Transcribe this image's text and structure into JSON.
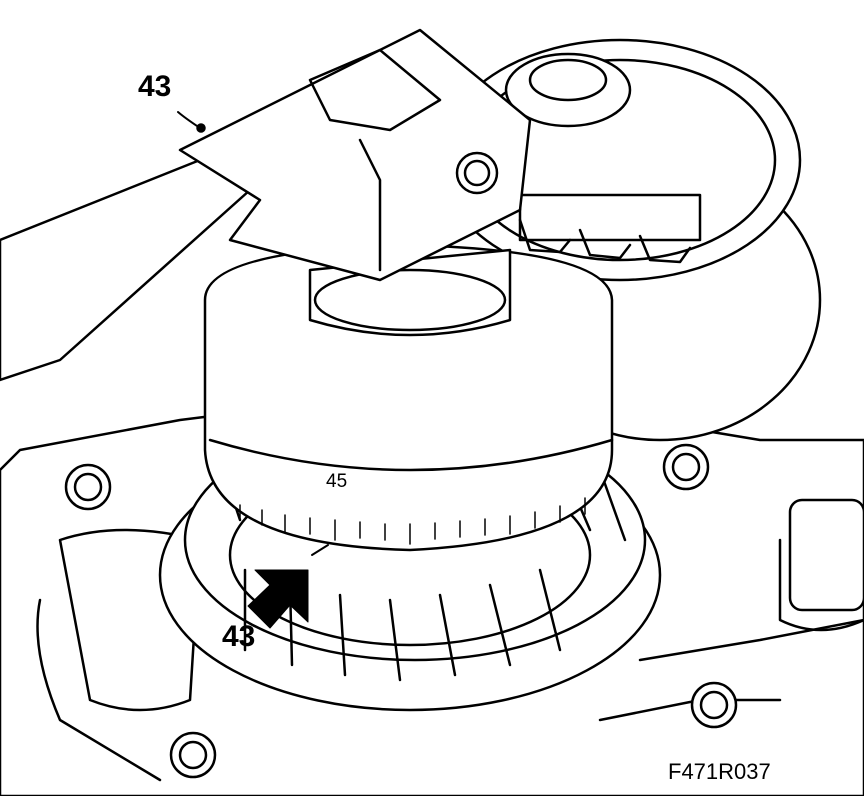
{
  "figure": {
    "callout_wrench": "43",
    "callout_gear": "43",
    "dial_number": "45",
    "figure_code": "F471R037"
  },
  "style": {
    "line_color": "#000000",
    "fill_color": "#ffffff"
  }
}
